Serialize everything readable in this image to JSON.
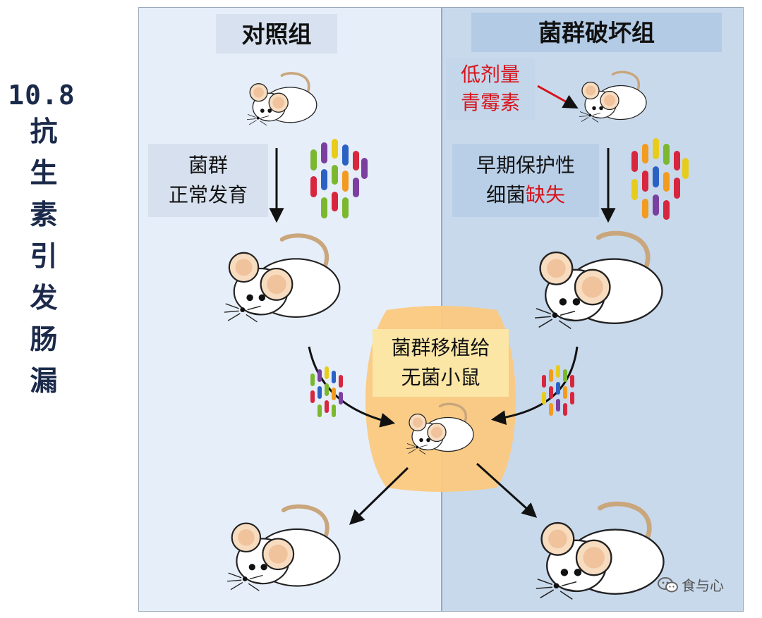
{
  "side_title": {
    "number": "10.8",
    "characters": [
      "抗",
      "生",
      "素",
      "引",
      "发",
      "肠",
      "漏"
    ]
  },
  "control_group": {
    "title": "对照组",
    "label_line1": "菌群",
    "label_line2": "正常发育"
  },
  "disrupted_group": {
    "title": "菌群破坏组",
    "dose_line1": "低剂量",
    "dose_line2": "青霉素",
    "label_line1": "早期保护性",
    "label_line2_prefix": "细菌",
    "label_line2_highlight": "缺失"
  },
  "transplant": {
    "line1": "菌群移植给",
    "line2": "无菌小鼠"
  },
  "watermark": {
    "text": "食与心",
    "icon": "wechat-icon"
  },
  "colors": {
    "control_panel": "#e6eef9",
    "disrupted_panel": "#c8d9ec",
    "transplant_band": "#fbc97f",
    "highlight_red": "#d7141c",
    "bacteria": [
      "#7cb82f",
      "#2a62c4",
      "#d7263d",
      "#f39b1f",
      "#7b3fa0",
      "#e8cc1c"
    ]
  }
}
